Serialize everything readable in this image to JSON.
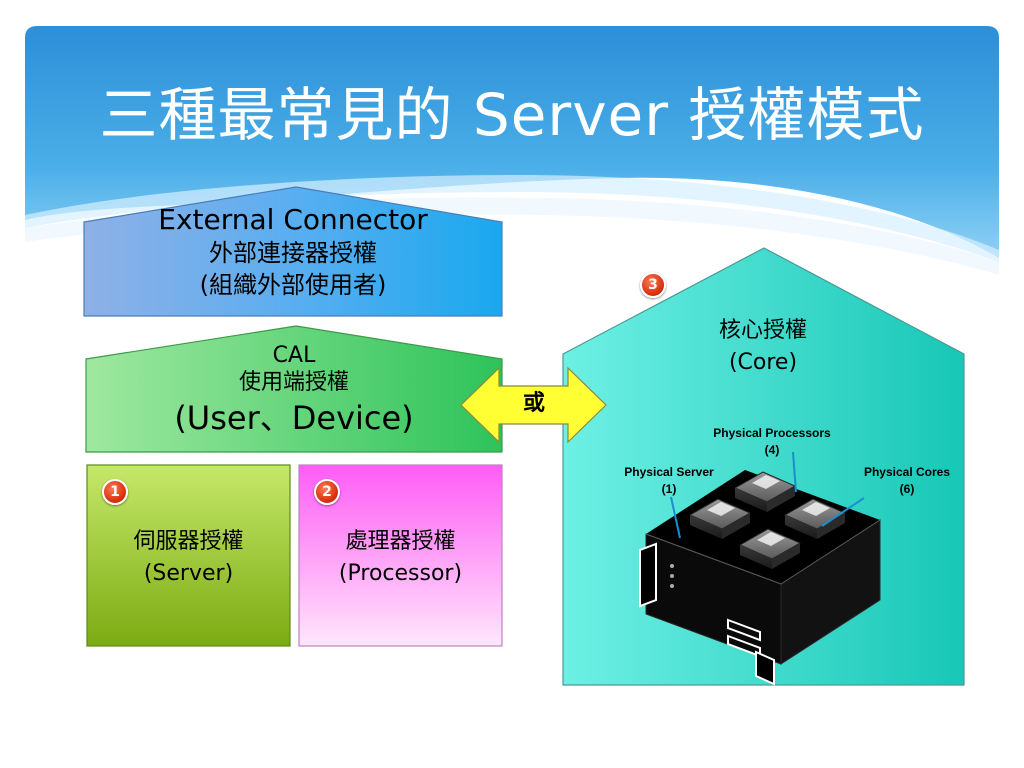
{
  "slide": {
    "title": "三種最常見的 Server 授權模式"
  },
  "external_connector": {
    "line1": "External Connector",
    "line2": "外部連接器授權",
    "line3": "(組織外部使用者)"
  },
  "cal": {
    "line1": "CAL",
    "line2": "使用端授權",
    "line3": "(User、Device)"
  },
  "server_license": {
    "badge": "1",
    "line1": "伺服器授權",
    "line2": "(Server)"
  },
  "processor_license": {
    "badge": "2",
    "line1": "處理器授權",
    "line2": "(Processor)"
  },
  "or_arrow": {
    "label": "或"
  },
  "core_license": {
    "badge": "3",
    "line1": "核心授權",
    "line2": "(Core)",
    "physical_processors": {
      "label": "Physical Processors",
      "count": "(4)"
    },
    "physical_server": {
      "label": "Physical Server",
      "count": "(1)"
    },
    "physical_cores": {
      "label": "Physical Cores",
      "count": "(6)"
    }
  },
  "colors": {
    "external_connector": "#3fa9f5",
    "cal": "#5cd65c",
    "server": "#9ccc3a",
    "processor": "#ff66ff",
    "core": "#3ee6d9",
    "arrow": "#ffff33",
    "badge": "#e0401a"
  }
}
